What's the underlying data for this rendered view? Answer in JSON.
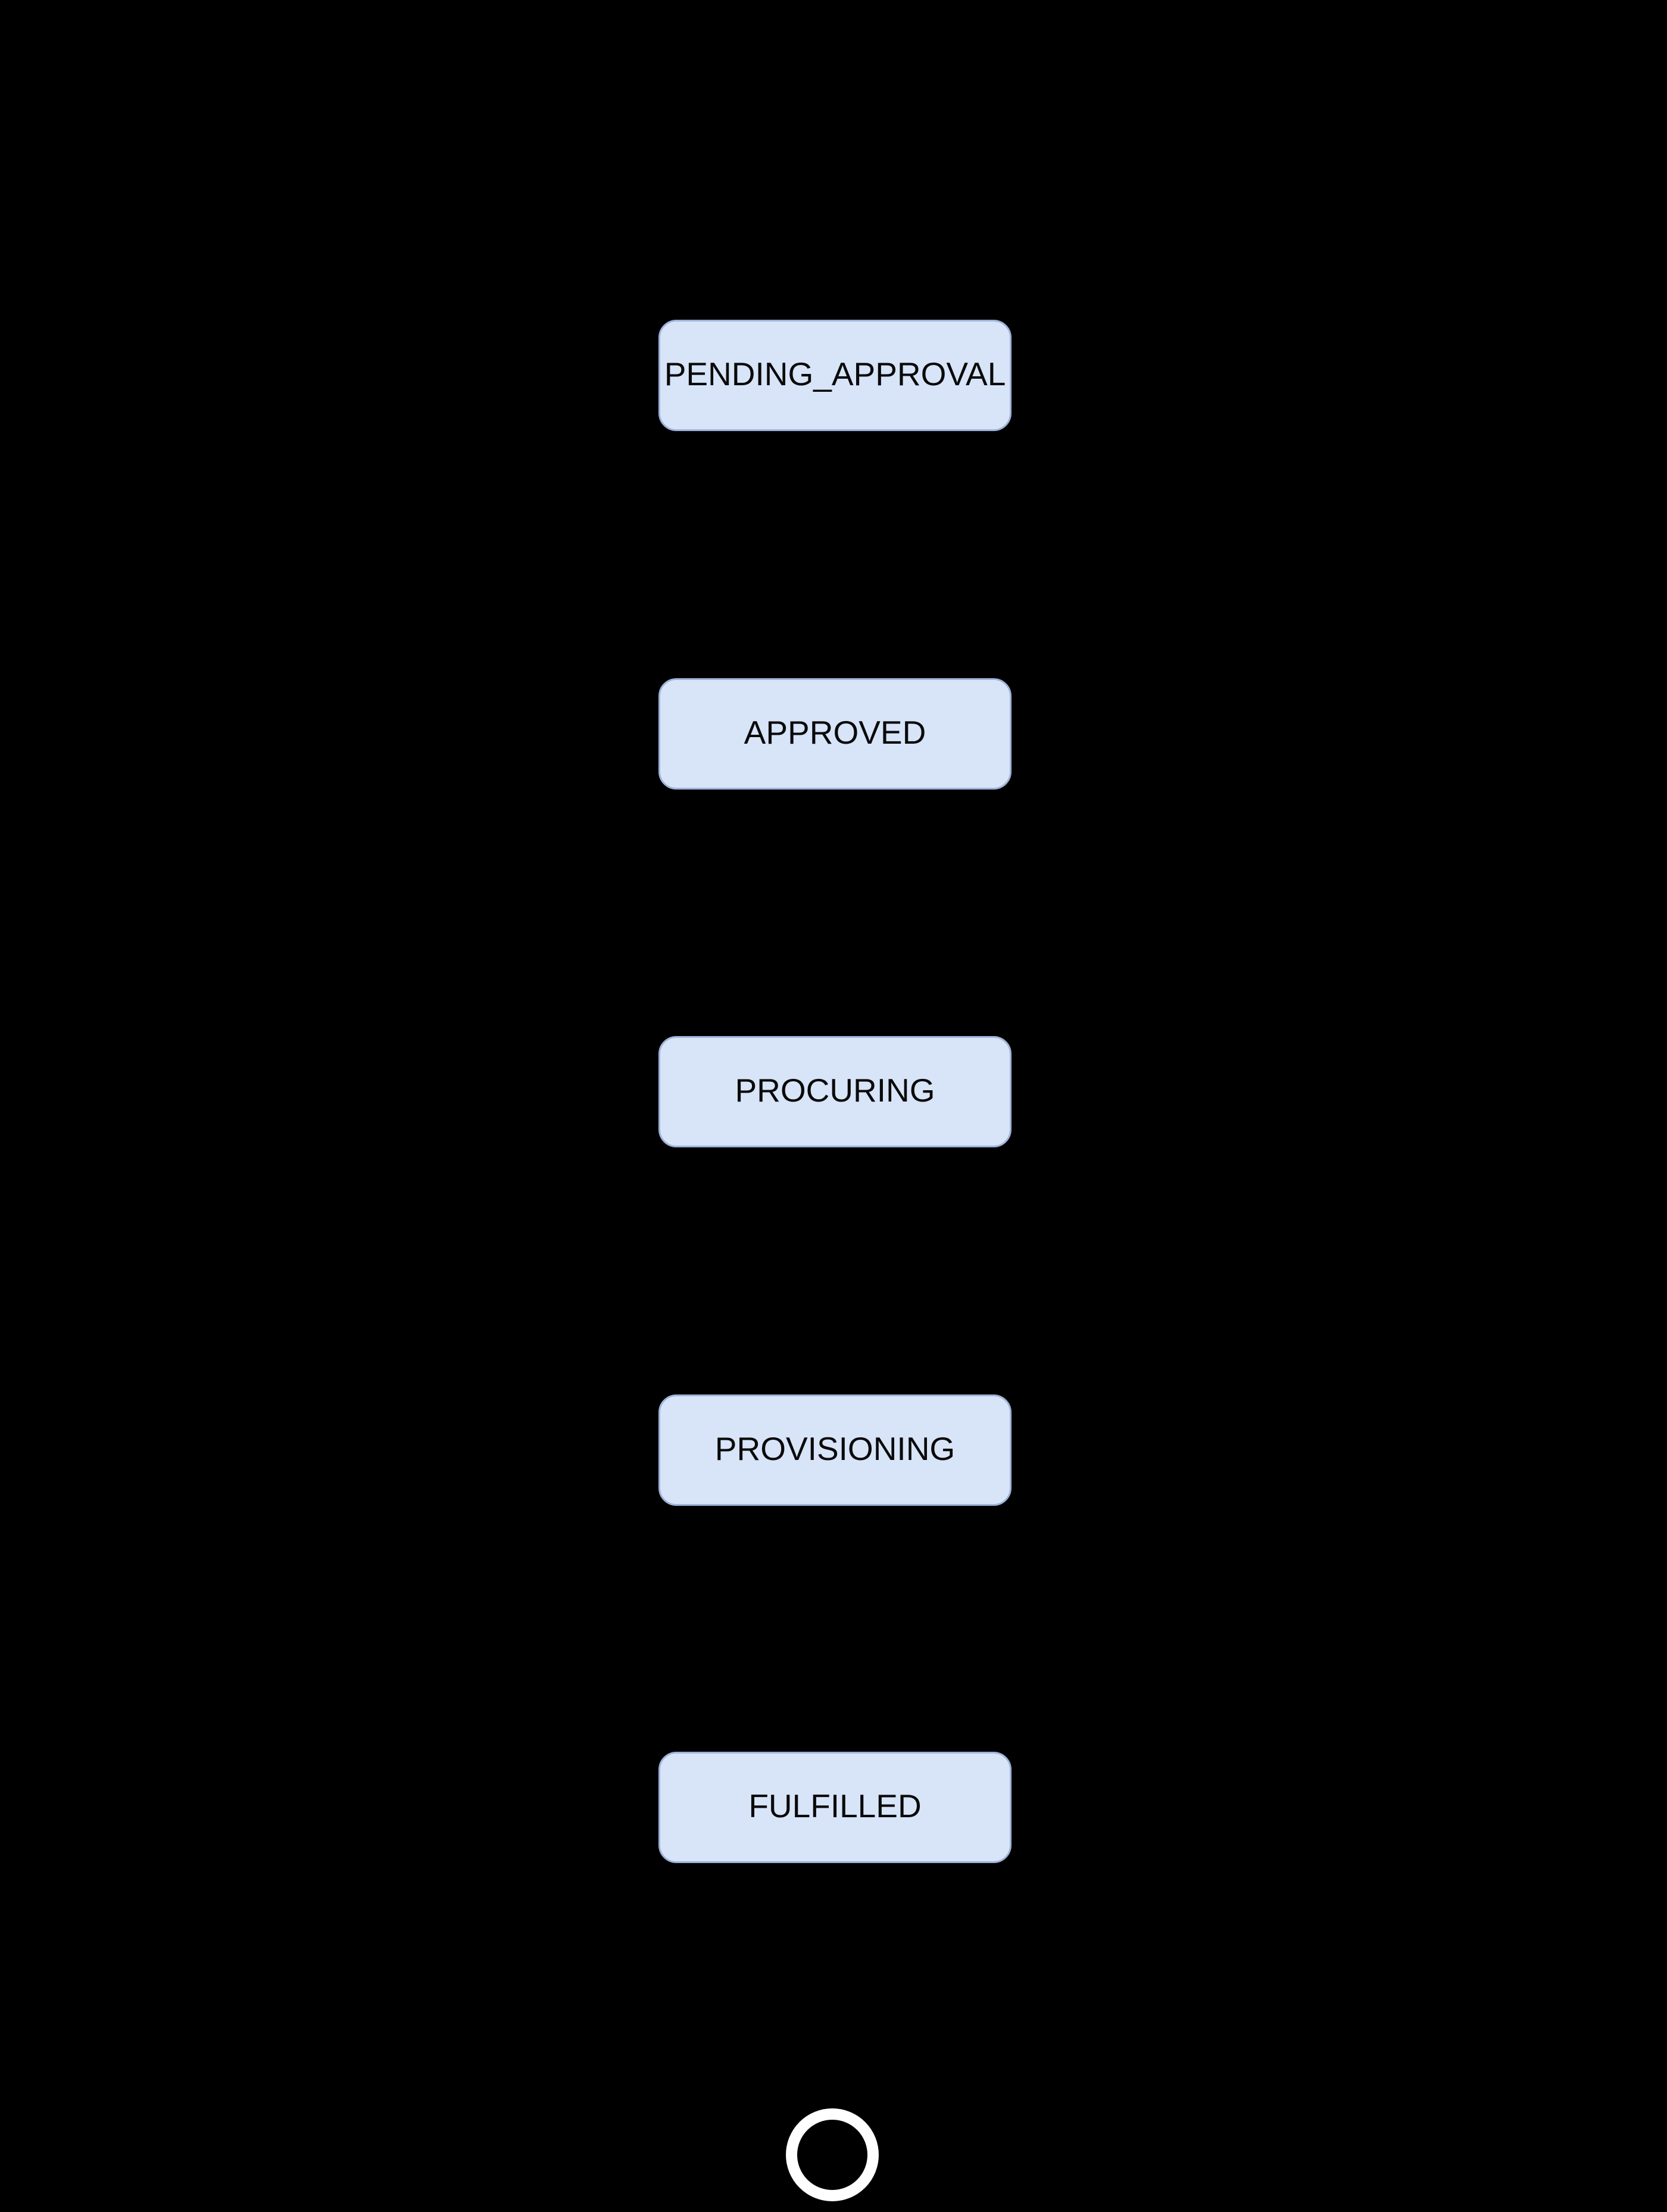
{
  "diagram": {
    "type": "state-flow",
    "background_color": "#000000",
    "node_fill_color": "#d8e4f8",
    "node_border_color": "#9fb3d8",
    "node_text_color": "#0a0a0a",
    "final_ring_color": "#ffffff",
    "states": [
      {
        "label": "PENDING_APPROVAL"
      },
      {
        "label": "APPROVED"
      },
      {
        "label": "PROCURING"
      },
      {
        "label": "PROVISIONING"
      },
      {
        "label": "FULFILLED"
      }
    ]
  }
}
